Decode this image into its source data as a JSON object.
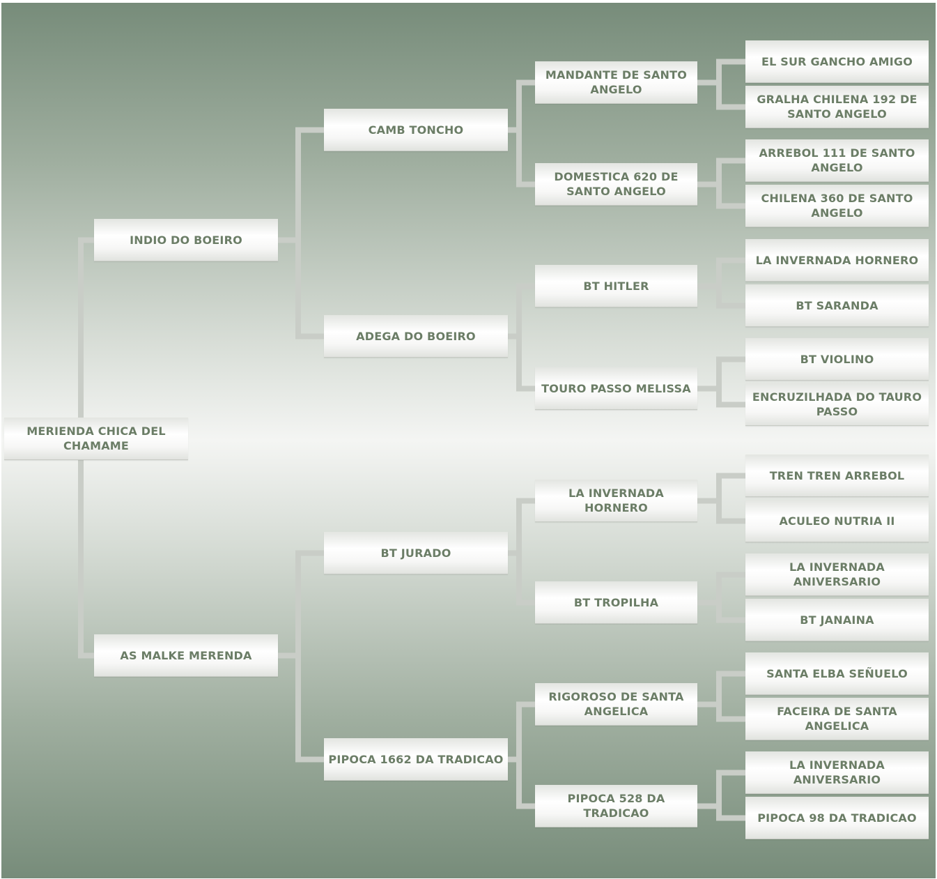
{
  "pedigree": {
    "root": {
      "name": "MERIENDA CHICA DEL CHAMAME",
      "sire": {
        "name": "INDIO DO BOEIRO",
        "sire": {
          "name": "CAMB TONCHO",
          "sire": {
            "name": "MANDANTE DE SANTO ANGELO",
            "sire": {
              "name": "EL SUR GANCHO AMIGO"
            },
            "dam": {
              "name": "GRALHA CHILENA 192 DE SANTO ANGELO"
            }
          },
          "dam": {
            "name": "DOMESTICA 620 DE SANTO ANGELO",
            "sire": {
              "name": "ARREBOL 111 DE SANTO ANGELO"
            },
            "dam": {
              "name": "CHILENA 360 DE SANTO ANGELO"
            }
          }
        },
        "dam": {
          "name": "ADEGA DO BOEIRO",
          "sire": {
            "name": "BT HITLER",
            "sire": {
              "name": "LA INVERNADA HORNERO"
            },
            "dam": {
              "name": "BT SARANDA"
            }
          },
          "dam": {
            "name": "TOURO PASSO MELISSA",
            "sire": {
              "name": "BT VIOLINO"
            },
            "dam": {
              "name": "ENCRUZILHADA DO TAURO PASSO"
            }
          }
        }
      },
      "dam": {
        "name": "AS MALKE MERENDA",
        "sire": {
          "name": "BT JURADO",
          "sire": {
            "name": "LA INVERNADA HORNERO",
            "sire": {
              "name": "TREN TREN ARREBOL"
            },
            "dam": {
              "name": "ACULEO NUTRIA II"
            }
          },
          "dam": {
            "name": "BT TROPILHA",
            "sire": {
              "name": "LA INVERNADA ANIVERSARIO"
            },
            "dam": {
              "name": "BT JANAINA"
            }
          }
        },
        "dam": {
          "name": "PIPOCA 1662 DA TRADICAO",
          "sire": {
            "name": "RIGOROSO DE SANTA ANGELICA",
            "sire": {
              "name": "SANTA ELBA SEÑUELO"
            },
            "dam": {
              "name": "FACEIRA DE SANTA ANGELICA"
            }
          },
          "dam": {
            "name": "PIPOCA 528 DA TRADICAO",
            "sire": {
              "name": "LA INVERNADA ANIVERSARIO"
            },
            "dam": {
              "name": "PIPOCA 98 DA TRADICAO"
            }
          }
        }
      }
    }
  }
}
